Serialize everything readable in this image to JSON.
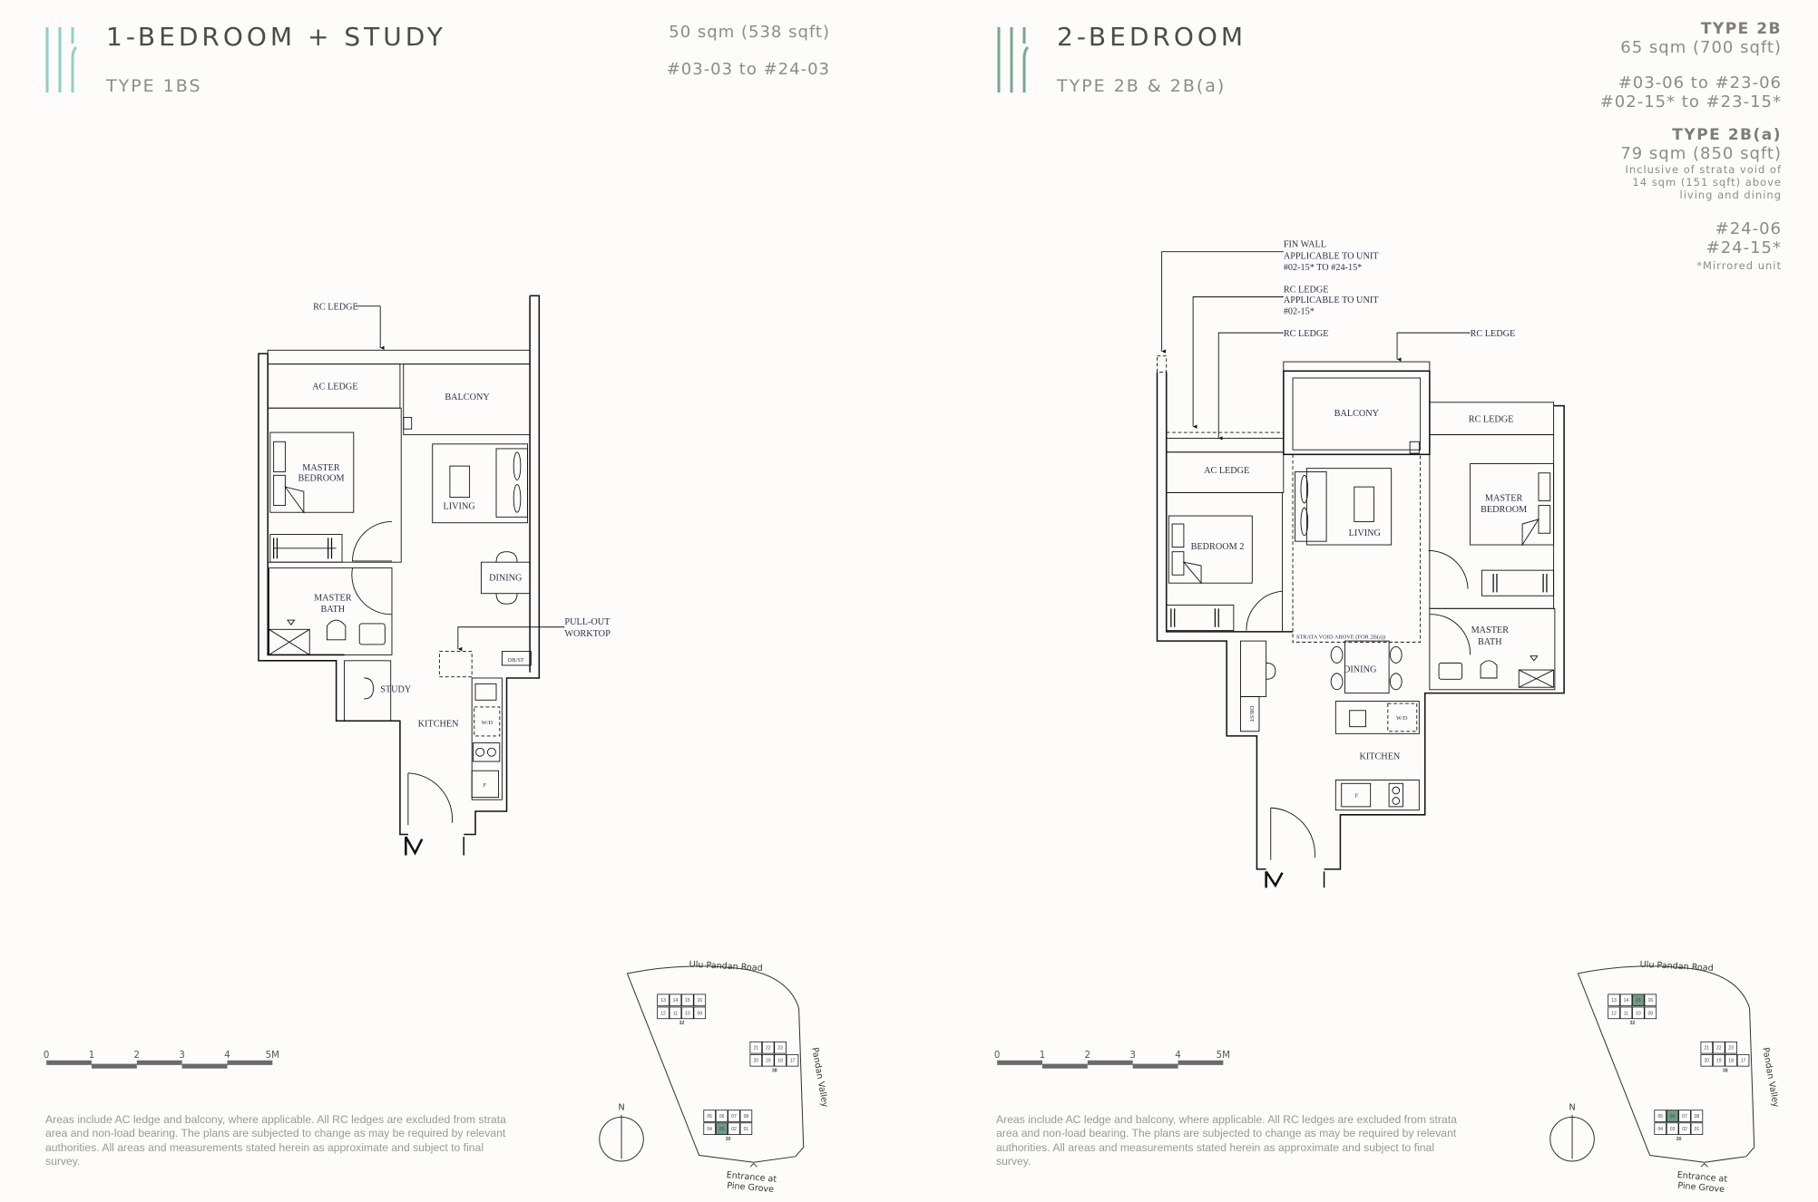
{
  "left": {
    "title": "1-BEDROOM + STUDY",
    "type_label": "TYPE 1BS",
    "area": "50 sqm (538 sqft)",
    "units": "#03-03 to #24-03",
    "accent_color": "#8ed0c4",
    "plan_labels": {
      "rc_ledge": "RC LEDGE",
      "ac_ledge": "AC LEDGE",
      "balcony": "BALCONY",
      "master_bedroom_1": "MASTER",
      "master_bedroom_2": "BEDROOM",
      "living": "LIVING",
      "dining": "DINING",
      "master_bath_1": "MASTER",
      "master_bath_2": "BATH",
      "pullout_1": "PULL-OUT",
      "pullout_2": "WORKTOP",
      "study": "STUDY",
      "kitchen": "KITCHEN",
      "dbst": "DB/ST",
      "wd": "W/D",
      "fridge": "F"
    }
  },
  "right": {
    "title": "2-BEDROOM",
    "type_label": "TYPE 2B & 2B(a)",
    "accent_color": "#79a596",
    "type_2b": "TYPE 2B",
    "area_2b": "65 sqm (700 sqft)",
    "units_2b_1": "#03-06 to #23-06",
    "units_2b_2": "#02-15* to #23-15*",
    "type_2ba": "TYPE 2B(a)",
    "area_2ba": "79 sqm (850 sqft)",
    "note_2ba_1": "Inclusive of strata void of",
    "note_2ba_2": "14 sqm (151 sqft) above",
    "note_2ba_3": "living and dining",
    "units_2ba_1": "#24-06",
    "units_2ba_2": "#24-15*",
    "mirrored_note": "*Mirrored unit",
    "plan_labels": {
      "fin_wall_1": "FIN WALL",
      "fin_wall_2": "APPLICABLE TO UNIT",
      "fin_wall_3": "#02-15* TO #24-15*",
      "rc_ledge_app_1": "RC LEDGE",
      "rc_ledge_app_2": "APPLICABLE TO UNIT",
      "rc_ledge_app_3": "#02-15*",
      "rc_ledge_a": "RC LEDGE",
      "rc_ledge_b": "RC LEDGE",
      "rc_ledge_c": "RC LEDGE",
      "balcony": "BALCONY",
      "ac_ledge": "AC LEDGE",
      "living": "LIVING",
      "master_bedroom_1": "MASTER",
      "master_bedroom_2": "BEDROOM",
      "bedroom_2": "BEDROOM 2",
      "strata_void": "STRATA VOID ABOVE (FOR 2B(a))",
      "dining": "DINING",
      "master_bath_1": "MASTER",
      "master_bath_2": "BATH",
      "kitchen": "KITCHEN",
      "wd": "W/D",
      "fridge": "F",
      "dbst": "DB/ST"
    }
  },
  "scale_bar": {
    "ticks": [
      "0",
      "1",
      "2",
      "3",
      "4",
      "5M"
    ]
  },
  "disclaimer": "Areas include AC ledge and balcony, where applicable. All RC ledges are excluded from strata area and non-load bearing. The plans are subjected to change as may be required by relevant authorities. All areas and measurements stated herein as approximate and subject to final survey.",
  "compass": {
    "north": "N"
  },
  "site_map": {
    "road_top": "Ulu Pandan Road",
    "road_right": "Pandan Valley",
    "entrance_1": "Entrance at",
    "entrance_2": "Pine Grove",
    "highlight_color": "#6f9a86",
    "blocks": [
      {
        "name": "32",
        "top": [
          "13",
          "14",
          "15",
          "16"
        ],
        "bottom": [
          "12",
          "11",
          "10",
          "09"
        ]
      },
      {
        "name": "38",
        "top": [
          "21",
          "22",
          "23"
        ],
        "bottom": [
          "20",
          "19",
          "18",
          "17"
        ]
      },
      {
        "name": "30",
        "top": [
          "05",
          "06",
          "07",
          "08"
        ],
        "bottom": [
          "04",
          "03",
          "02",
          "01"
        ]
      }
    ],
    "left_highlight": [
      "03"
    ],
    "right_highlight": [
      "15",
      "06"
    ]
  }
}
